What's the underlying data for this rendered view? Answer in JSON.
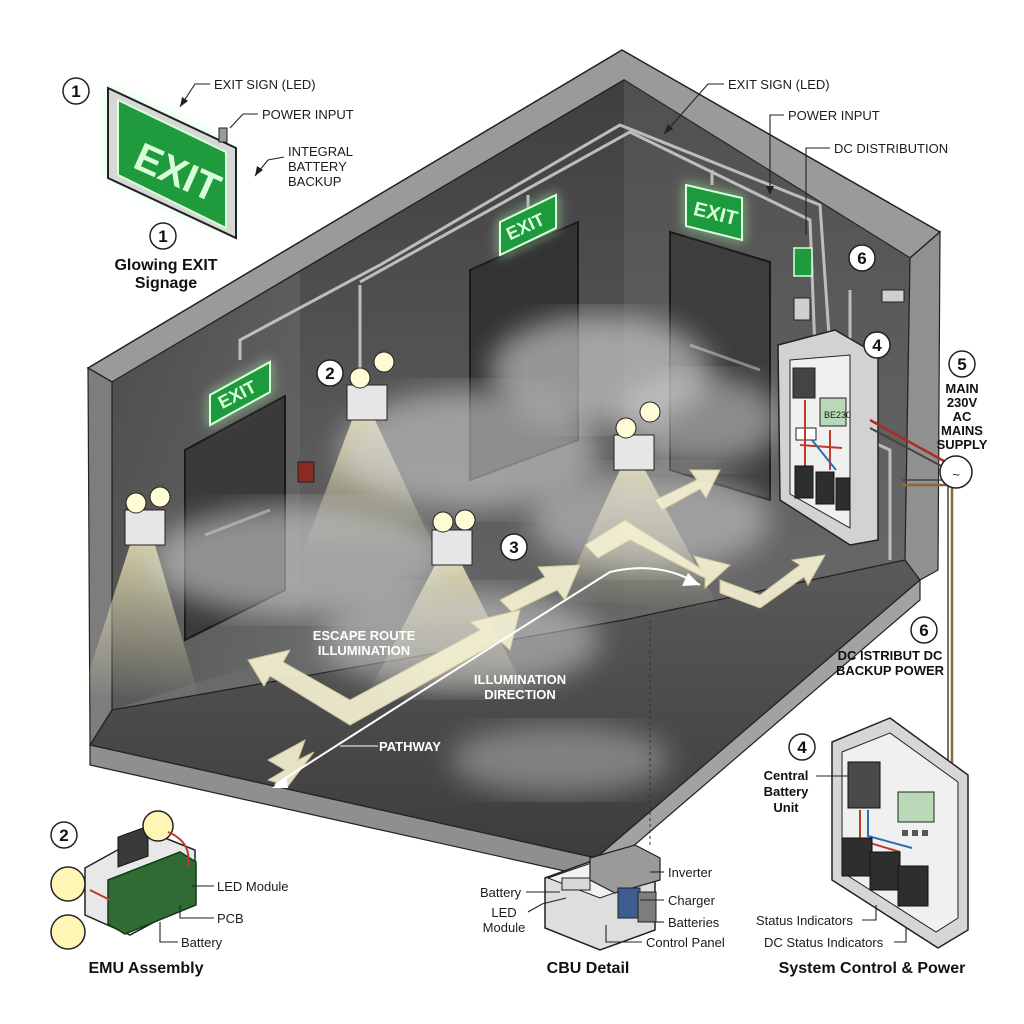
{
  "colors": {
    "exit_green": "#1f9a3c",
    "exit_glow": "#5dff7a",
    "light_beam": "#fff6b5",
    "wall": "#5d5d5d",
    "floor": "#4a4a4a",
    "smoke": "#cfcfcf",
    "arrow": "#f4f0d2"
  },
  "sign": {
    "text": "EXIT"
  },
  "callouts": {
    "n1": "1",
    "n2": "2",
    "n3": "3",
    "n4": "4",
    "n5": "5",
    "n6": "6"
  },
  "top_left": {
    "exit_sign": "EXIT SIGN (LED)",
    "power_input": "POWER INPUT",
    "battery_line1": "INTEGRAL",
    "battery_line2": "BATTERY",
    "battery_line3": "BACKUP",
    "caption_line1": "Glowing EXIT",
    "caption_line2": "Signage"
  },
  "room": {
    "exit_sign": "EXIT SIGN (LED)",
    "power_input": "POWER INPUT",
    "dc_distribution": "DC DISTRIBUTION",
    "panel_display": "BE230",
    "escape_line1": "ESCAPE ROUTE",
    "escape_line2": "ILLUMINATION",
    "direction_line1": "ILLUMINATION",
    "direction_line2": "DIRECTION",
    "pathway": "PATHWAY"
  },
  "mains": {
    "line1": "MAIN",
    "line2": "230V",
    "line3": "AC",
    "line4": "MAINS",
    "line5": "SUPPLY",
    "symbol": "~"
  },
  "dc_backup": {
    "line1": "DC ISTRIBUT DC",
    "line2": "BACKUP POWER"
  },
  "emu": {
    "led_module": "LED Module",
    "pcb": "PCB",
    "battery": "Battery",
    "caption": "EMU Assembly"
  },
  "cbu_detail": {
    "battery": "Battery",
    "led_line1": "LED",
    "led_line2": "Module",
    "inverter": "Inverter",
    "charger": "Charger",
    "batteries": "Batteries",
    "control_panel": "Control Panel",
    "caption": "CBU Detail"
  },
  "system": {
    "central_line1": "Central",
    "central_line2": "Battery",
    "central_line3": "Unit",
    "status_indicators": "Status Indicators",
    "dc_status_indicators": "DC Status Indicators",
    "caption": "System Control & Power"
  }
}
